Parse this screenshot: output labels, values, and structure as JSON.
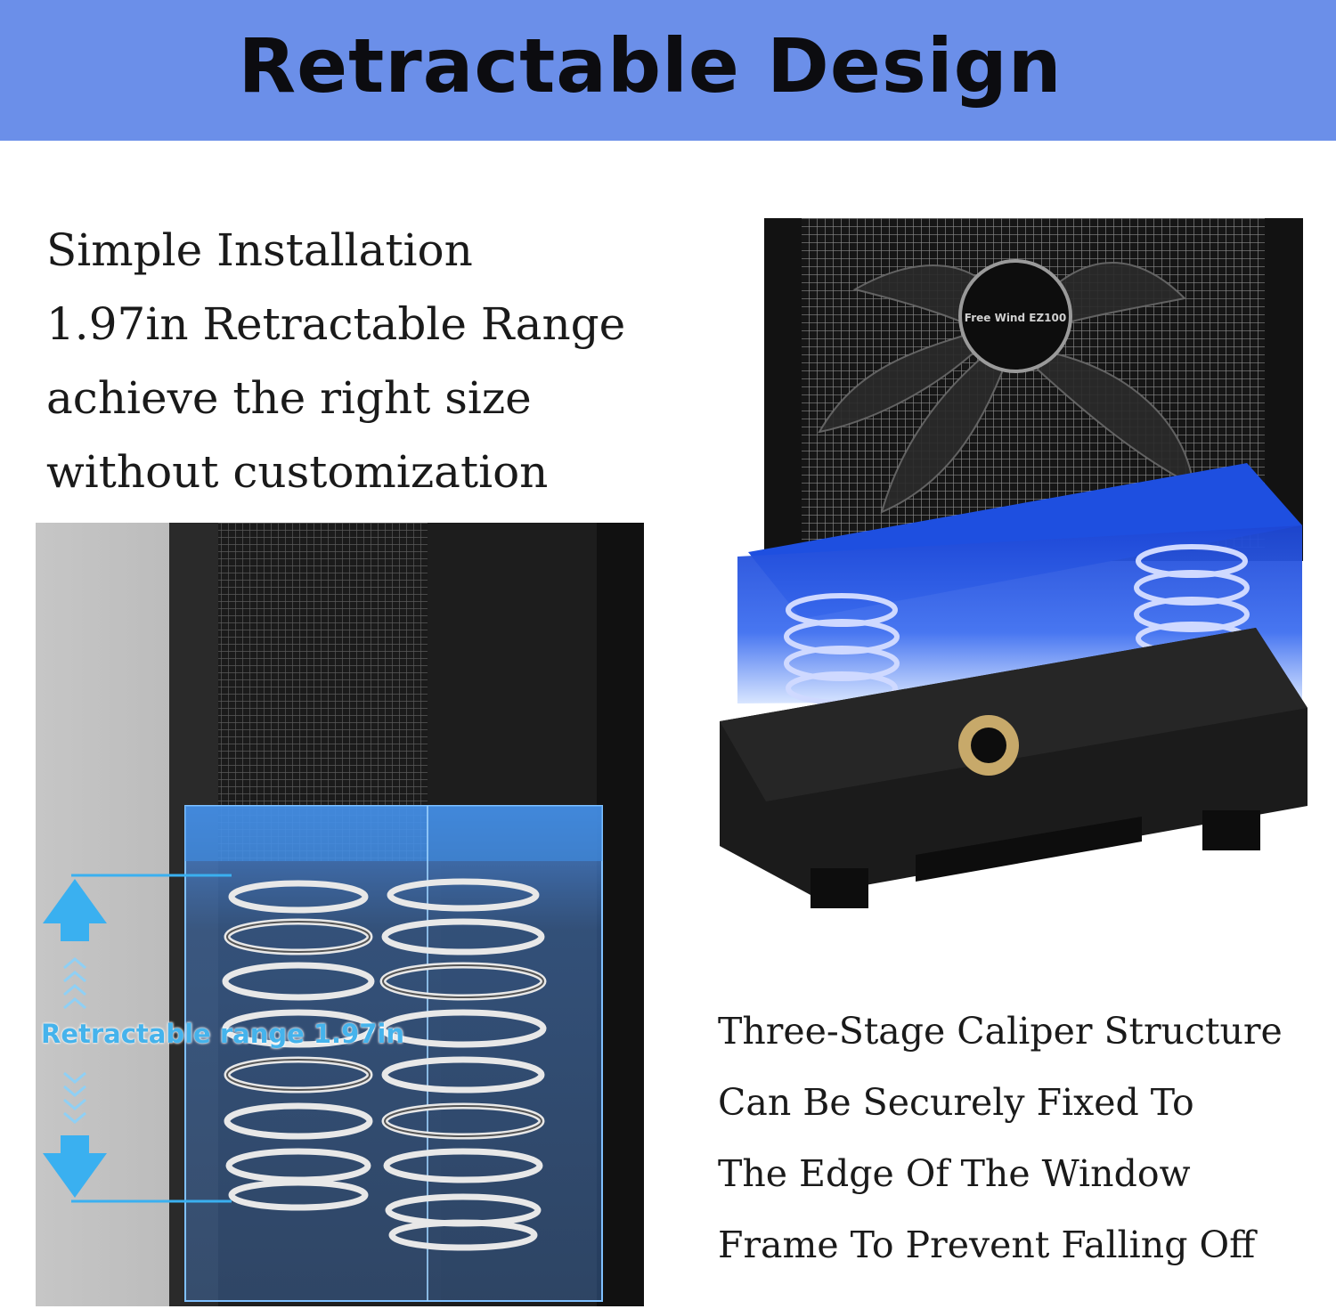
{
  "banner": {
    "title": "Retractable Design",
    "color": "#6b8fe9"
  },
  "intro_lines": [
    "Simple Installation",
    "1.97in Retractable Range",
    "achieve the right size",
    "without customization"
  ],
  "photo_left": {
    "dimension_label": "Retractable range 1.97in",
    "arrow_color": "#3ab0f0",
    "highlight_color": "#3f8fe6"
  },
  "photo_right": {
    "fan_badge": "Free Wind EZ100",
    "highlight_color": "#1e4fe0"
  },
  "feature_lines": [
    "Three-Stage Caliper Structure",
    "Can Be Securely Fixed To",
    "The Edge Of The Window",
    "Frame To Prevent Falling Off"
  ]
}
